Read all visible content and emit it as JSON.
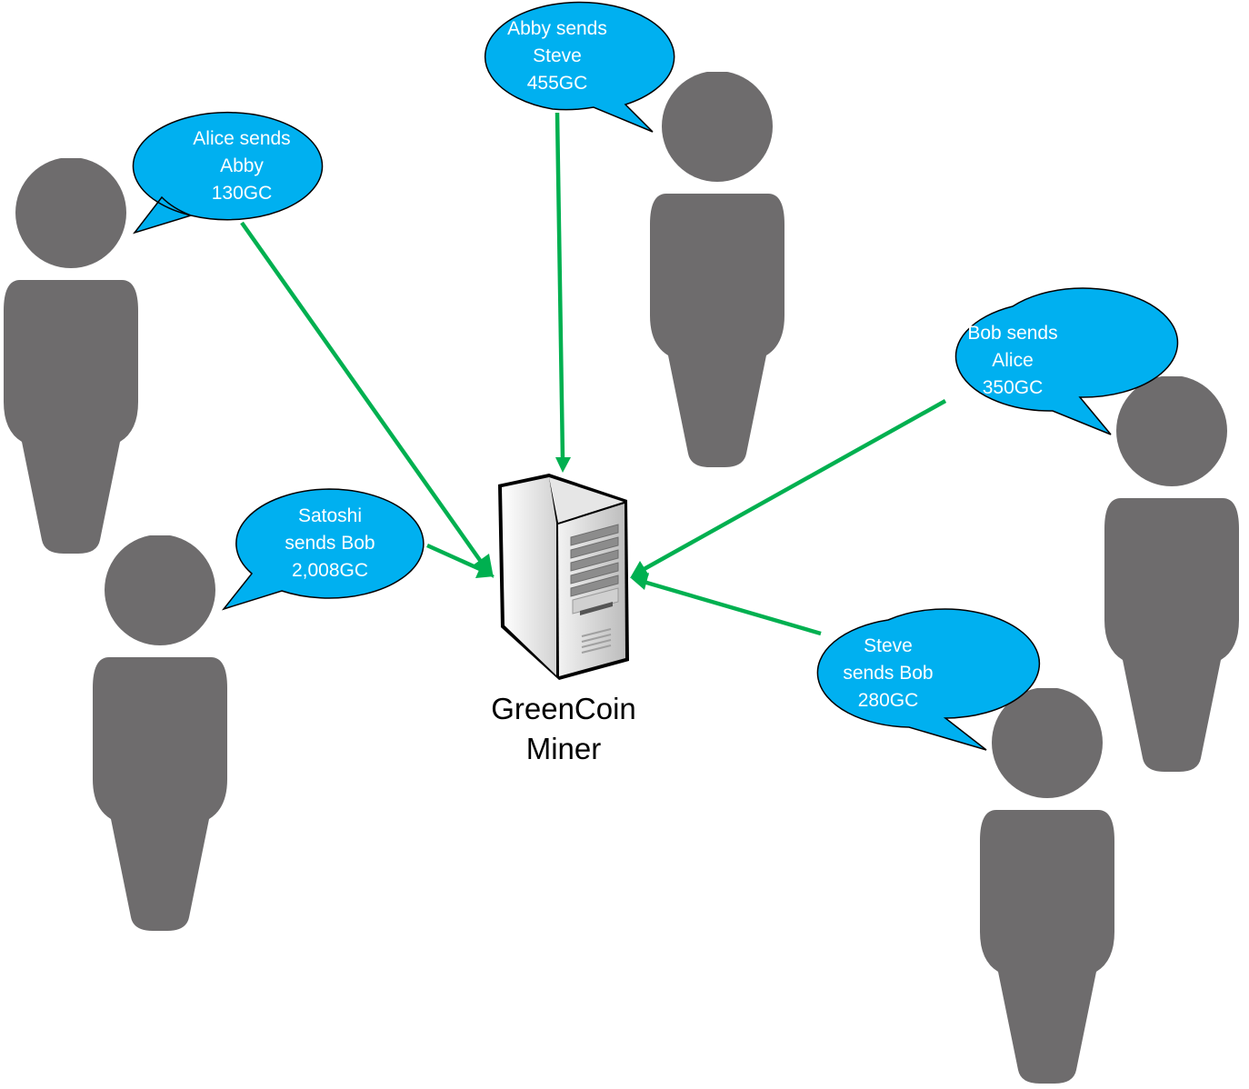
{
  "colors": {
    "person": "#6e6c6d",
    "bubble": "#00b0f0",
    "bubble_text": "#ffffff",
    "arrow": "#00b050"
  },
  "miner": {
    "icon": "server-tower-icon",
    "label_line1": "GreenCoin",
    "label_line2": "Miner"
  },
  "bubbles": [
    {
      "id": "abby-steve",
      "line1": "Abby sends",
      "line2": "Steve",
      "line3": "455GC"
    },
    {
      "id": "alice-abby",
      "line1": "Alice sends",
      "line2": "Abby",
      "line3": "130GC"
    },
    {
      "id": "bob-alice",
      "line1": "Bob sends",
      "line2": "Alice",
      "line3": "350GC"
    },
    {
      "id": "satoshi-bob",
      "line1": "Satoshi",
      "line2": "sends Bob",
      "line3": "2,008GC"
    },
    {
      "id": "steve-bob",
      "line1": "Steve",
      "line2": "sends Bob",
      "line3": "280GC"
    }
  ]
}
